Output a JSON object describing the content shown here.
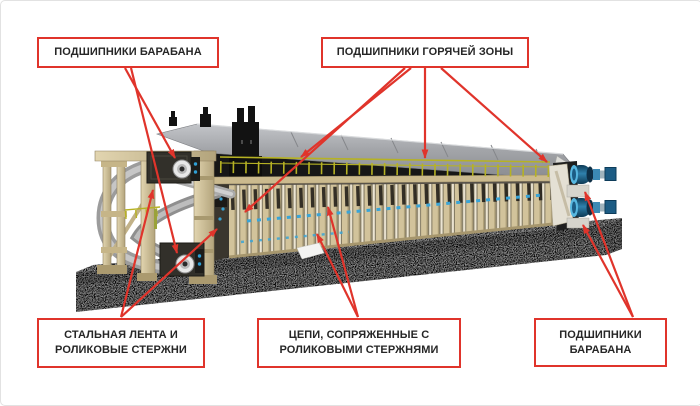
{
  "colors": {
    "accent_red": "#e0342b",
    "label_text": "#262626",
    "label_bg": "#ffffff",
    "machine_tan": "#cdbd95",
    "hood_grey": "#9ea0a4",
    "base_grey": "#a9a9a9",
    "chain_blue": "#3aa4d6",
    "drum_blue": "#1e5f86",
    "railing_yellow": "#b6b224"
  },
  "diagram": {
    "labels": [
      {
        "id": "drum-bearings-left",
        "text": "ПОДШИПНИКИ БАРАБАНА"
      },
      {
        "id": "hot-zone-bearings",
        "text": "ПОДШИПНИКИ ГОРЯЧЕЙ ЗОНЫ"
      },
      {
        "id": "steel-belt-roller-rods",
        "text": "СТАЛЬНАЯ ЛЕНТА И РОЛИКОВЫЕ СТЕРЖНИ"
      },
      {
        "id": "chains-coupled-rollers",
        "text": "ЦЕПИ, СОПРЯЖЕННЫЕ С РОЛИКОВЫМИ СТЕРЖНЯМИ"
      },
      {
        "id": "drum-bearings-right",
        "text": "ПОДШИПНИКИ БАРАБАНА"
      }
    ]
  }
}
